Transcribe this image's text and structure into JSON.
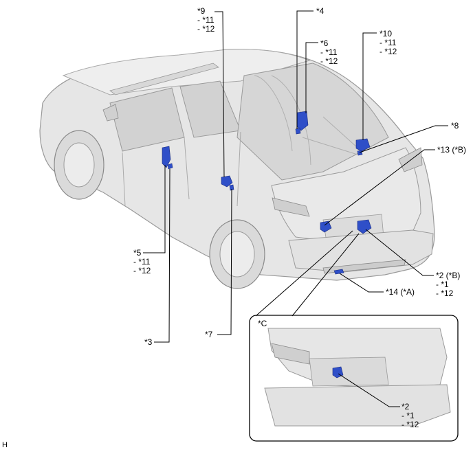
{
  "colors": {
    "line": "#000000",
    "component_blue": "#2f4fc8",
    "vehicle_fill": "#e6e6e6",
    "vehicle_edge": "#9a9a9a",
    "window_fill": "#d2d2d2"
  },
  "callouts": {
    "c9": {
      "main": "*9",
      "subs": [
        "- *11",
        "- *12"
      ]
    },
    "c4": {
      "main": "*4",
      "subs": []
    },
    "c6": {
      "main": "*6",
      "subs": [
        "- *11",
        "- *12"
      ]
    },
    "c10": {
      "main": "*10",
      "subs": [
        "- *11",
        "- *12"
      ]
    },
    "c8": {
      "main": "*8",
      "subs": []
    },
    "c13": {
      "main": "*13 (*B)",
      "subs": []
    },
    "c5": {
      "main": "*5",
      "subs": [
        "- *11",
        "- *12"
      ]
    },
    "c2b": {
      "main": "*2 (*B)",
      "subs": [
        "- *1",
        "- *12"
      ]
    },
    "c14": {
      "main": "*14 (*A)",
      "subs": []
    },
    "c3": {
      "main": "*3",
      "subs": []
    },
    "c7": {
      "main": "*7",
      "subs": []
    },
    "cC": {
      "main": "*C",
      "subs": []
    },
    "c2": {
      "main": "*2",
      "subs": [
        "- *1",
        "- *12"
      ]
    }
  },
  "footer_mark": "H"
}
